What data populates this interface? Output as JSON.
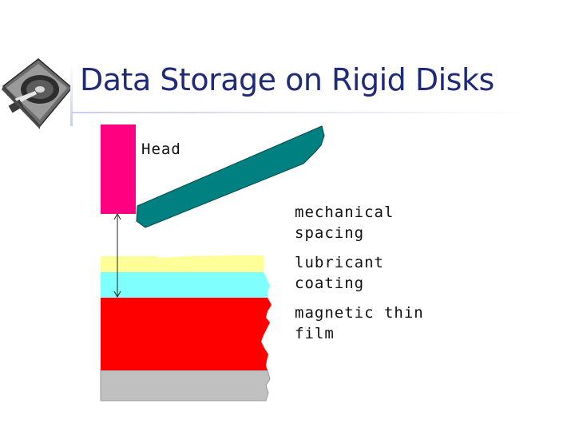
{
  "slide": {
    "title": "Data Storage on Rigid Disks"
  },
  "labels": {
    "head": "Head",
    "mechanical": "mechanical",
    "spacing": "spacing",
    "lubricant": "lubricant",
    "coating": "coating",
    "magnetic": "magnetic thin",
    "film": "film"
  },
  "colors": {
    "head": "#ff0080",
    "arm": "#008080",
    "lubricant": "#ffff99",
    "coating": "#80ffff",
    "magnetic_film": "#ff0000",
    "substrate": "#c0c0c0",
    "title": "#1f2a78"
  },
  "icons": {
    "logo": "hard-disk-drive-icon"
  }
}
